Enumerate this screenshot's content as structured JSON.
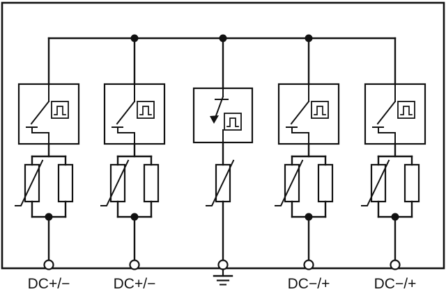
{
  "diagram": {
    "type": "circuit-schematic",
    "description": "Surge protective device wiring diagram with five parallel protection branches connected by a top bus bar",
    "background": "#ffffff",
    "line_color": "#111111",
    "terminals": [
      {
        "id": "terminal-1",
        "label": "DC+/−"
      },
      {
        "id": "terminal-2",
        "label": "DC+/−"
      },
      {
        "id": "terminal-3",
        "label": "",
        "symbol": "earth-ground"
      },
      {
        "id": "terminal-4",
        "label": "DC−/+"
      },
      {
        "id": "terminal-5",
        "label": "DC−/+"
      }
    ],
    "symbols": {
      "outer_branch_module": "thermal-disconnector-with-status-indicator",
      "middle_branch_module": "spark-gap-disconnector-with-status-indicator",
      "outer_branch_left_element": "varistor",
      "outer_branch_right_element": "protective-element",
      "middle_branch_element": "varistor"
    }
  }
}
